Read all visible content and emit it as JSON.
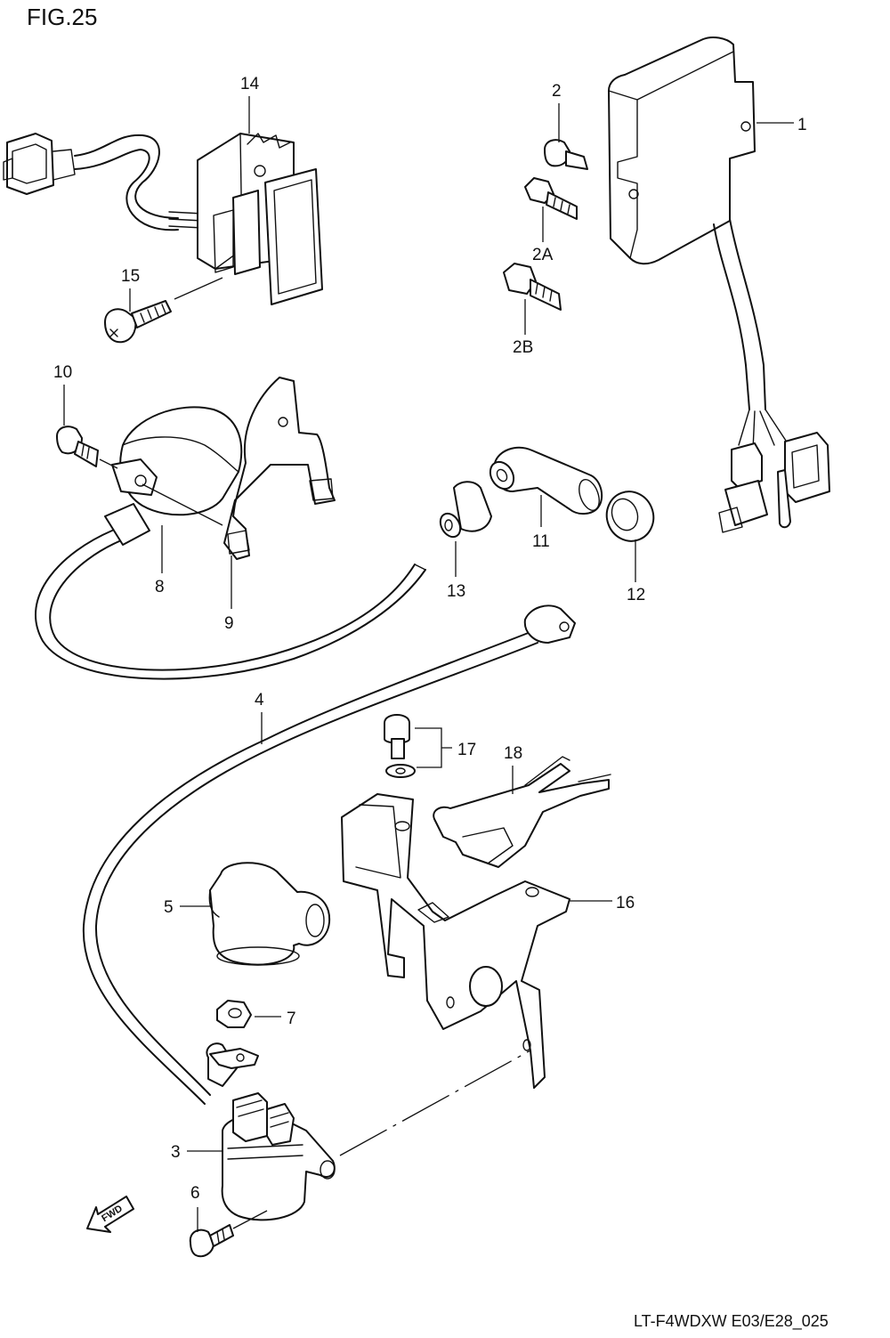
{
  "figure_title": "FIG.25",
  "footer_code": "LT-F4WDXW E03/E28_025",
  "fwd_label": "FWD",
  "callouts": {
    "p1": "1",
    "p2": "2",
    "p2a": "2A",
    "p2b": "2B",
    "p3": "3",
    "p4": "4",
    "p5": "5",
    "p6": "6",
    "p7": "7",
    "p8": "8",
    "p9": "9",
    "p10": "10",
    "p11": "11",
    "p12": "12",
    "p13": "13",
    "p14": "14",
    "p15": "15",
    "p16": "16",
    "p17": "17",
    "p18": "18"
  }
}
